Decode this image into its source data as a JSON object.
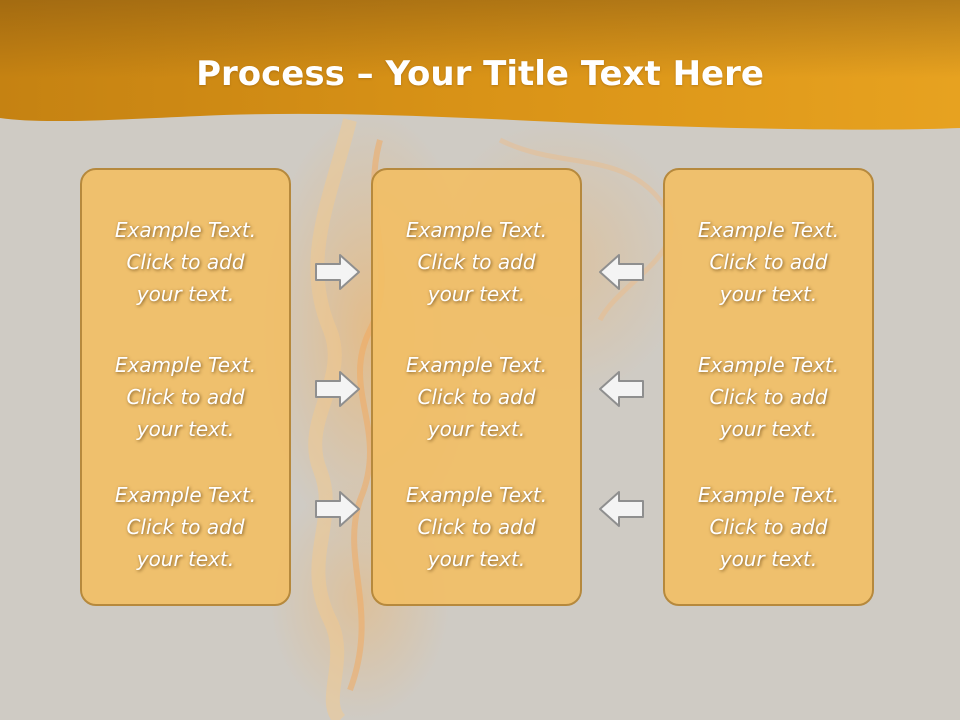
{
  "title": {
    "strong": "Process",
    "dash": " – ",
    "rest": "Your Title Text Here"
  },
  "columns": [
    {
      "items": [
        {
          "line1": "Example Text.",
          "line2": "Click  to add",
          "line3": "your text."
        },
        {
          "line1": "Example Text.",
          "line2": "Click  to add",
          "line3": "your text."
        },
        {
          "line1": "Example Text.",
          "line2": "Click  to add",
          "line3": "your text."
        }
      ]
    },
    {
      "items": [
        {
          "line1": "Example Text.",
          "line2": "Click  to add",
          "line3": "your text."
        },
        {
          "line1": "Example Text.",
          "line2": "Click  to add",
          "line3": "your text."
        },
        {
          "line1": "Example Text.",
          "line2": "Click  to add",
          "line3": "your text."
        }
      ]
    },
    {
      "items": [
        {
          "line1": "Example Text.",
          "line2": "Click  to add",
          "line3": "your text."
        },
        {
          "line1": "Example Text.",
          "line2": "Click  to add",
          "line3": "your text."
        },
        {
          "line1": "Example Text.",
          "line2": "Click  to add",
          "line3": "your text."
        }
      ]
    }
  ],
  "arrows": {
    "left_group": "right-arrow",
    "right_group": "left-arrow"
  },
  "colors": {
    "header": "#e39d1a",
    "box_fill": "#f1be66",
    "box_border": "#b6893d",
    "background": "#cfcbc4"
  }
}
